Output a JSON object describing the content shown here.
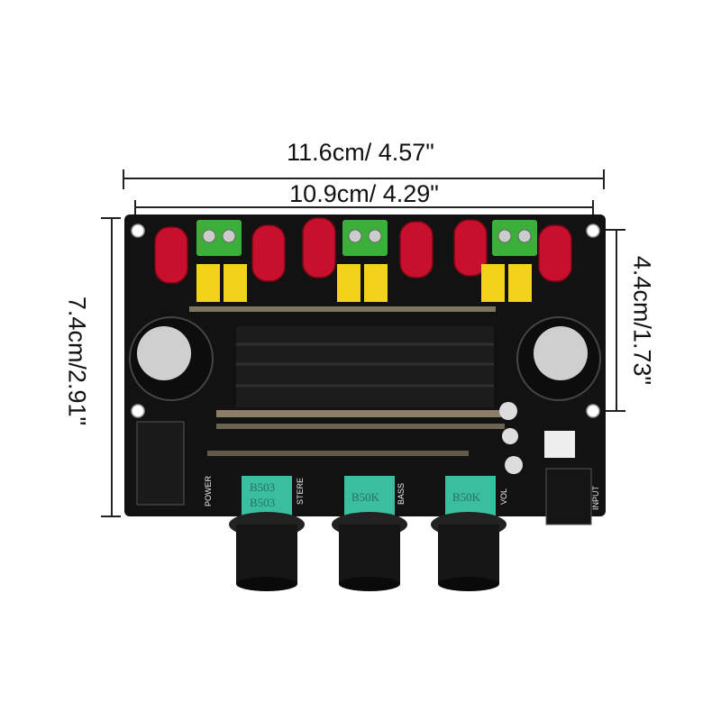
{
  "dimensions": {
    "overall_width": "11.6cm/ 4.57\"",
    "hole_width": "10.9cm/ 4.29\"",
    "overall_height": "7.4cm/2.91\"",
    "hole_height": "4.4cm/1.73\""
  },
  "board": {
    "labels": {
      "power": "POWER",
      "stereo": "STERE",
      "bass": "BASS",
      "volume": "VOL",
      "input": "INPUT"
    },
    "pots": [
      {
        "label_top": "B503",
        "label_bottom": "B503"
      },
      {
        "label_top": "",
        "label_bottom": "B50K"
      },
      {
        "label_top": "",
        "label_bottom": "B50K"
      }
    ],
    "colors": {
      "pcb": "#111111",
      "inductor": "#c8102e",
      "terminal": "#3cae3a",
      "capacitor": "#f2d21b",
      "pot": "#39bfa0"
    }
  }
}
